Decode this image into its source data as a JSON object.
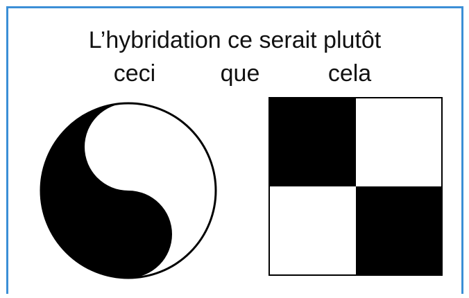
{
  "slide": {
    "title": "L’hybridation ce serait plutôt",
    "words": {
      "left": "ceci",
      "middle": "que",
      "right": "cela"
    }
  },
  "colors": {
    "frame_border": "#3b8fd6",
    "ink": "#000000",
    "paper": "#ffffff"
  },
  "figures": {
    "left": "yin-yang-symbol",
    "right": "two-by-two-checkerboard"
  }
}
